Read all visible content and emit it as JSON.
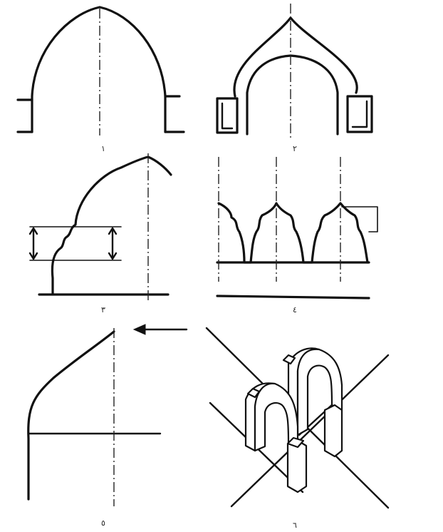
{
  "panels": [
    {
      "id": "panel-1",
      "label": "١"
    },
    {
      "id": "panel-2",
      "label": "٢"
    },
    {
      "id": "panel-3",
      "label": "٣"
    },
    {
      "id": "panel-4",
      "label": "٤"
    },
    {
      "id": "panel-5",
      "label": "٥"
    },
    {
      "id": "panel-6",
      "label": "٦"
    }
  ],
  "colors": {
    "ink": "#111111",
    "paper": "#ffffff"
  }
}
